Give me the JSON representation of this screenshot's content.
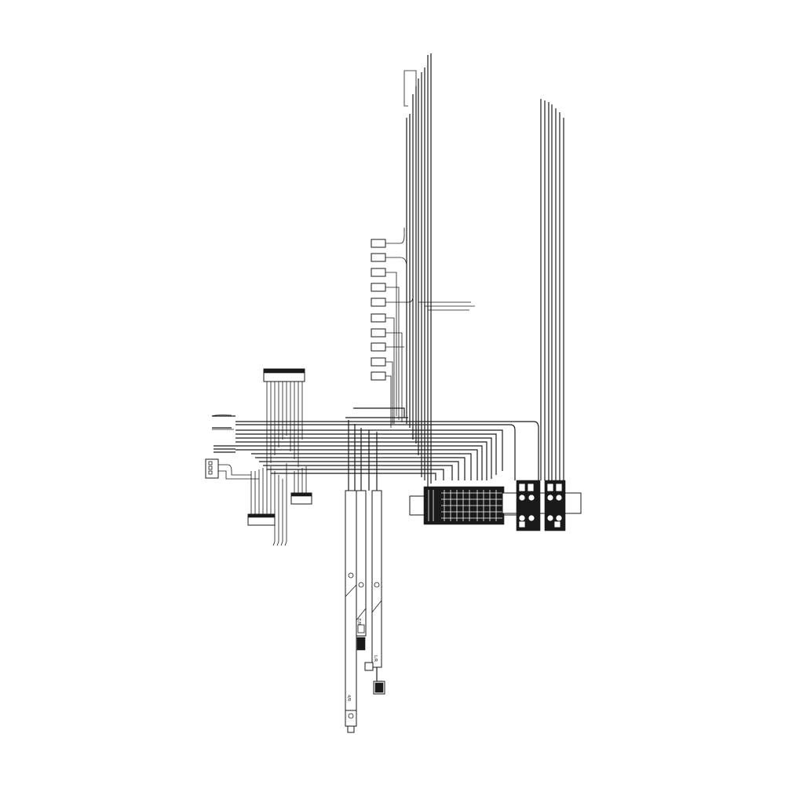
{
  "diagram": {
    "type": "wiring-harness",
    "colors": {
      "line": "#1a1a1a",
      "background": "#ffffff"
    },
    "small_connectors": 10,
    "terminal_block_groups": 3,
    "tube_labels": [
      "E/R",
      "L/R",
      "4/R"
    ]
  }
}
